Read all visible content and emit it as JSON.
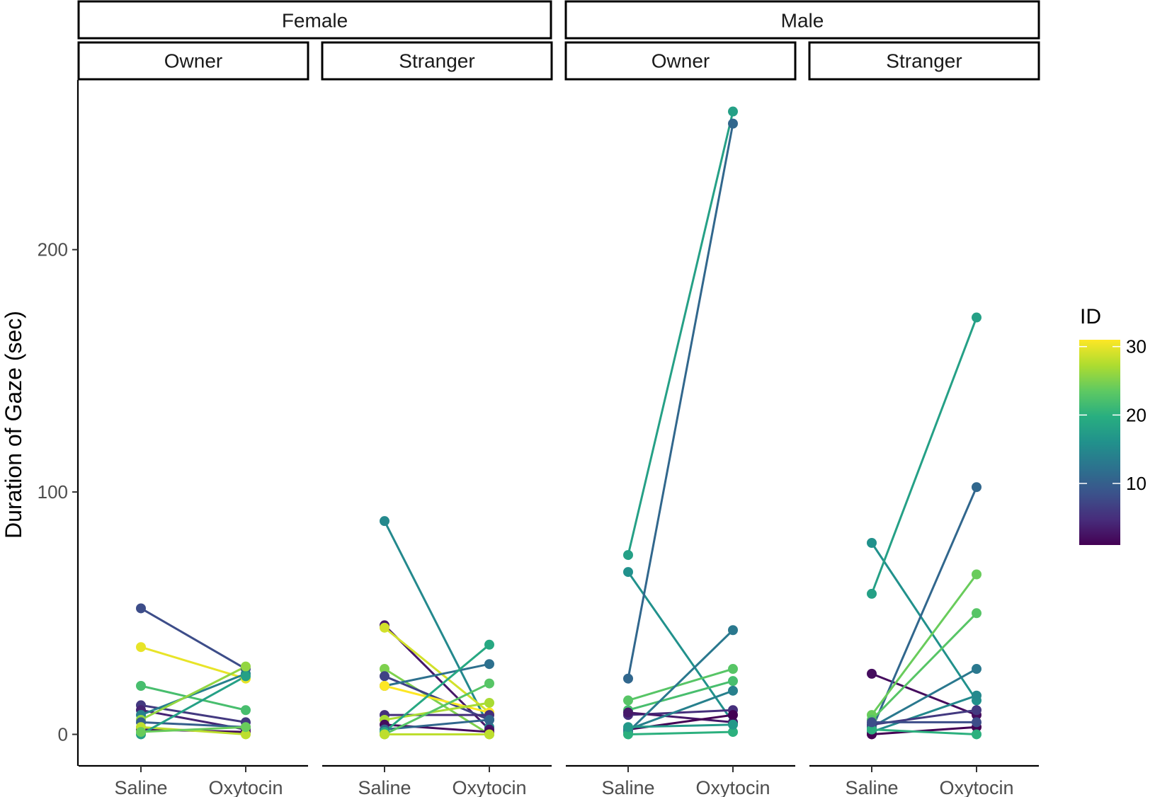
{
  "chart_data": {
    "type": "line",
    "ylabel": "Duration of Gaze (sec)",
    "xlabel": "",
    "categories": [
      "Saline",
      "Oxytocin"
    ],
    "ylim": [
      -13,
      270
    ],
    "yticks": [
      0,
      100,
      200
    ],
    "legend": {
      "title": "ID",
      "position": "right",
      "breaks": [
        10,
        20,
        30
      ],
      "range": [
        1,
        31
      ]
    },
    "colorscale": [
      "#440154",
      "#472d7b",
      "#3b528b",
      "#2c728e",
      "#21918c",
      "#28ae80",
      "#5ec962",
      "#addc30",
      "#fde725"
    ],
    "groups": [
      {
        "label": "Female"
      },
      {
        "label": "Male"
      }
    ],
    "panels": [
      {
        "group": "Female",
        "subgroup": "Owner",
        "pairs": [
          {
            "id": 8,
            "saline": 52,
            "oxytocin": 27
          },
          {
            "id": 30,
            "saline": 36,
            "oxytocin": 23
          },
          {
            "id": 22,
            "saline": 20,
            "oxytocin": 10
          },
          {
            "id": 6,
            "saline": 12,
            "oxytocin": 5
          },
          {
            "id": 4,
            "saline": 10,
            "oxytocin": 2
          },
          {
            "id": 14,
            "saline": 8,
            "oxytocin": 25
          },
          {
            "id": 26,
            "saline": 6,
            "oxytocin": 28
          },
          {
            "id": 10,
            "saline": 5,
            "oxytocin": 3
          },
          {
            "id": 2,
            "saline": 2,
            "oxytocin": 1
          },
          {
            "id": 28,
            "saline": 3,
            "oxytocin": 0
          },
          {
            "id": 18,
            "saline": 0,
            "oxytocin": 24
          },
          {
            "id": 24,
            "saline": 1,
            "oxytocin": 3
          }
        ]
      },
      {
        "group": "Female",
        "subgroup": "Stranger",
        "pairs": [
          {
            "id": 15,
            "saline": 88,
            "oxytocin": 3
          },
          {
            "id": 3,
            "saline": 45,
            "oxytocin": 2
          },
          {
            "id": 29,
            "saline": 44,
            "oxytocin": 9
          },
          {
            "id": 25,
            "saline": 27,
            "oxytocin": 0
          },
          {
            "id": 7,
            "saline": 24,
            "oxytocin": 6
          },
          {
            "id": 12,
            "saline": 20,
            "oxytocin": 29
          },
          {
            "id": 31,
            "saline": 20,
            "oxytocin": 9
          },
          {
            "id": 5,
            "saline": 8,
            "oxytocin": 8
          },
          {
            "id": 27,
            "saline": 6,
            "oxytocin": 13
          },
          {
            "id": 2,
            "saline": 4,
            "oxytocin": 1
          },
          {
            "id": 11,
            "saline": 2,
            "oxytocin": 6
          },
          {
            "id": 19,
            "saline": 1,
            "oxytocin": 37
          },
          {
            "id": 23,
            "saline": 0,
            "oxytocin": 21
          },
          {
            "id": 28,
            "saline": 0,
            "oxytocin": 0
          }
        ]
      },
      {
        "group": "Male",
        "subgroup": "Owner",
        "pairs": [
          {
            "id": 18,
            "saline": 74,
            "oxytocin": 257
          },
          {
            "id": 16,
            "saline": 67,
            "oxytocin": 5
          },
          {
            "id": 11,
            "saline": 23,
            "oxytocin": 252
          },
          {
            "id": 23,
            "saline": 14,
            "oxytocin": 27
          },
          {
            "id": 22,
            "saline": 10,
            "oxytocin": 22
          },
          {
            "id": 5,
            "saline": 8,
            "oxytocin": 10
          },
          {
            "id": 3,
            "saline": 9,
            "oxytocin": 5
          },
          {
            "id": 1,
            "saline": 2,
            "oxytocin": 8
          },
          {
            "id": 13,
            "saline": 1,
            "oxytocin": 43
          },
          {
            "id": 14,
            "saline": 2,
            "oxytocin": 18
          },
          {
            "id": 20,
            "saline": 0,
            "oxytocin": 1
          },
          {
            "id": 17,
            "saline": 3,
            "oxytocin": 4
          }
        ]
      },
      {
        "group": "Male",
        "subgroup": "Stranger",
        "pairs": [
          {
            "id": 16,
            "saline": 79,
            "oxytocin": 14
          },
          {
            "id": 18,
            "saline": 58,
            "oxytocin": 172
          },
          {
            "id": 2,
            "saline": 25,
            "oxytocin": 8
          },
          {
            "id": 11,
            "saline": 2,
            "oxytocin": 102
          },
          {
            "id": 24,
            "saline": 8,
            "oxytocin": 66
          },
          {
            "id": 23,
            "saline": 6,
            "oxytocin": 50
          },
          {
            "id": 13,
            "saline": 3,
            "oxytocin": 27
          },
          {
            "id": 15,
            "saline": 1,
            "oxytocin": 16
          },
          {
            "id": 6,
            "saline": 4,
            "oxytocin": 10
          },
          {
            "id": 1,
            "saline": 0,
            "oxytocin": 3
          },
          {
            "id": 20,
            "saline": 2,
            "oxytocin": 0
          },
          {
            "id": 8,
            "saline": 5,
            "oxytocin": 5
          }
        ]
      }
    ]
  }
}
